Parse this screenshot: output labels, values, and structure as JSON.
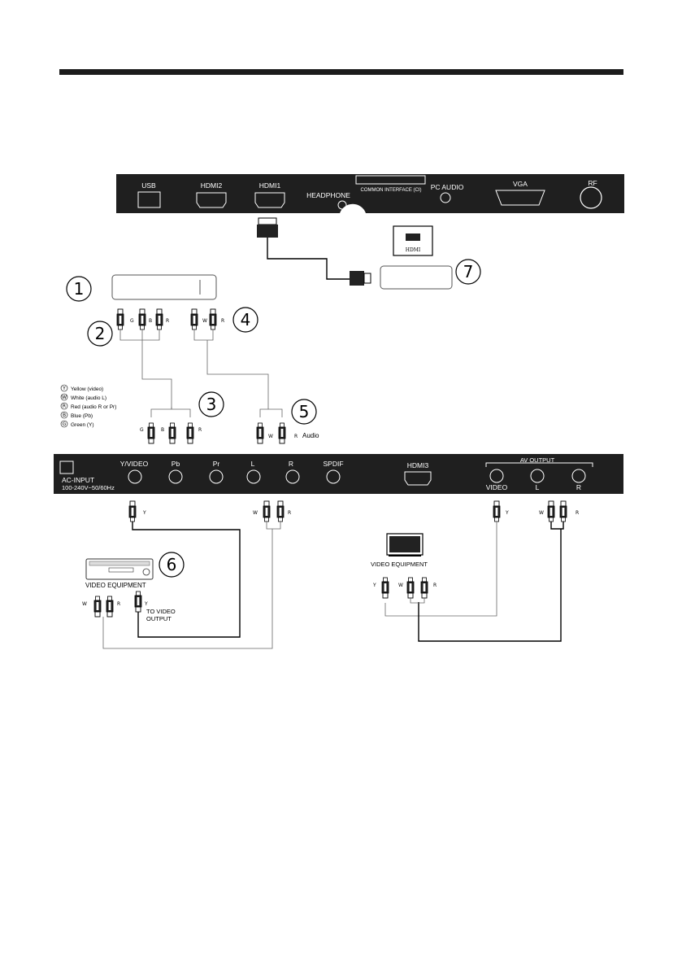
{
  "top_panel": {
    "usb": "USB",
    "hdmi2": "HDMI2",
    "hdmi1": "HDMI1",
    "headphone": "HEADPHONE",
    "ci": "COMMON INTERFACE (CI)",
    "pc_audio": "PC AUDIO",
    "vga": "VGA",
    "rf": "RF"
  },
  "bottom_panel": {
    "ac_input": "AC-INPUT",
    "ac_spec": "100-240V~50/60Hz",
    "y_video": "Y/VIDEO",
    "pb": "Pb",
    "pr": "Pr",
    "l": "L",
    "r": "R",
    "spdif": "SPDIF",
    "hdmi3": "HDMI3",
    "av_output": "AV OUTPUT",
    "av_video": "VIDEO",
    "av_l": "L",
    "av_r": "R"
  },
  "callouts": [
    "1",
    "2",
    "3",
    "4",
    "5",
    "6",
    "7"
  ],
  "hdmi_device_label": "HDMI",
  "legend": [
    {
      "letter": "Y",
      "text": "Yellow (video)"
    },
    {
      "letter": "W",
      "text": "White (audio L)"
    },
    {
      "letter": "R",
      "text": "Red (audio R or Pr)"
    },
    {
      "letter": "B",
      "text": "Blue (Pb)"
    },
    {
      "letter": "G",
      "text": "Green (Y)"
    }
  ],
  "letters": {
    "G": "G",
    "B": "B",
    "R": "R",
    "W": "W",
    "Y": "Y"
  },
  "audio_label": "Audio",
  "video_equipment_left": "VIDEO EQUIPMENT",
  "to_video_output_1": "TO VIDEO",
  "to_video_output_2": "OUTPUT",
  "video_equipment_right": "VIDEO EQUIPMENT"
}
